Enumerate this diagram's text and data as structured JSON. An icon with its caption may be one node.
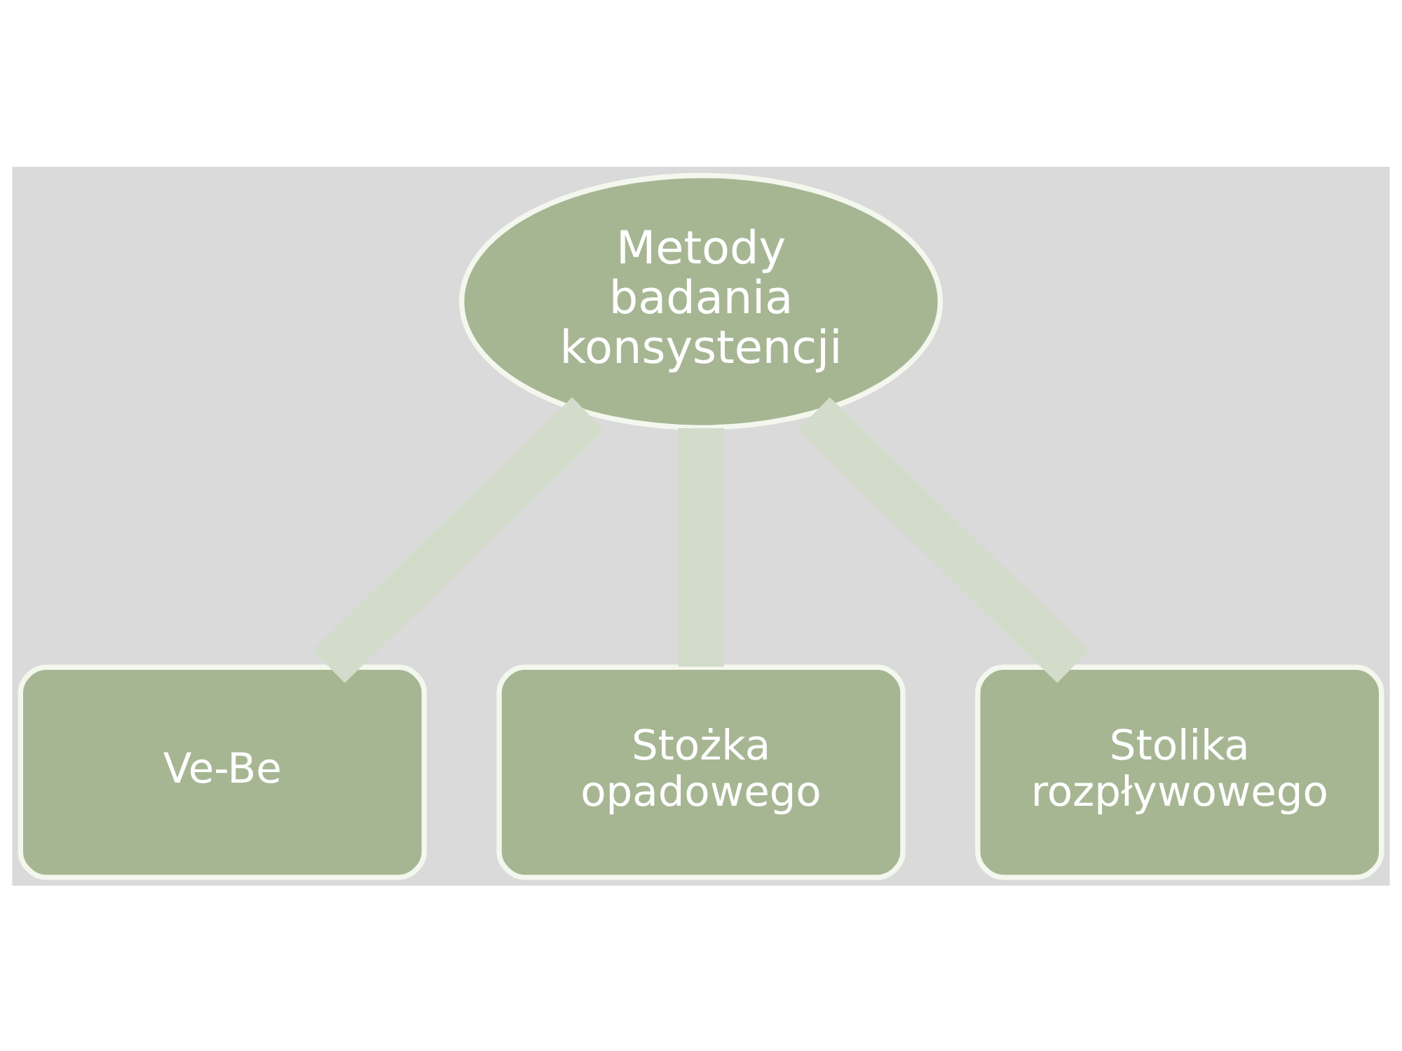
{
  "diagram": {
    "nodes": [
      {
        "text": [
          "Metody badania konsystencji"
        ]
      },
      {
        "text": [
          "Ve-Be"
        ]
      },
      {
        "text": [
          "Stożka opadowego"
        ]
      },
      {
        "text": [
          "Stolika rozpływowego"
        ]
      }
    ],
    "edges": [
      {
        "from": 0,
        "to": 1,
        "arrow": "none"
      },
      {
        "from": 0,
        "to": 2,
        "arrow": "none"
      },
      {
        "from": 0,
        "to": 3,
        "arrow": "none"
      }
    ]
  }
}
